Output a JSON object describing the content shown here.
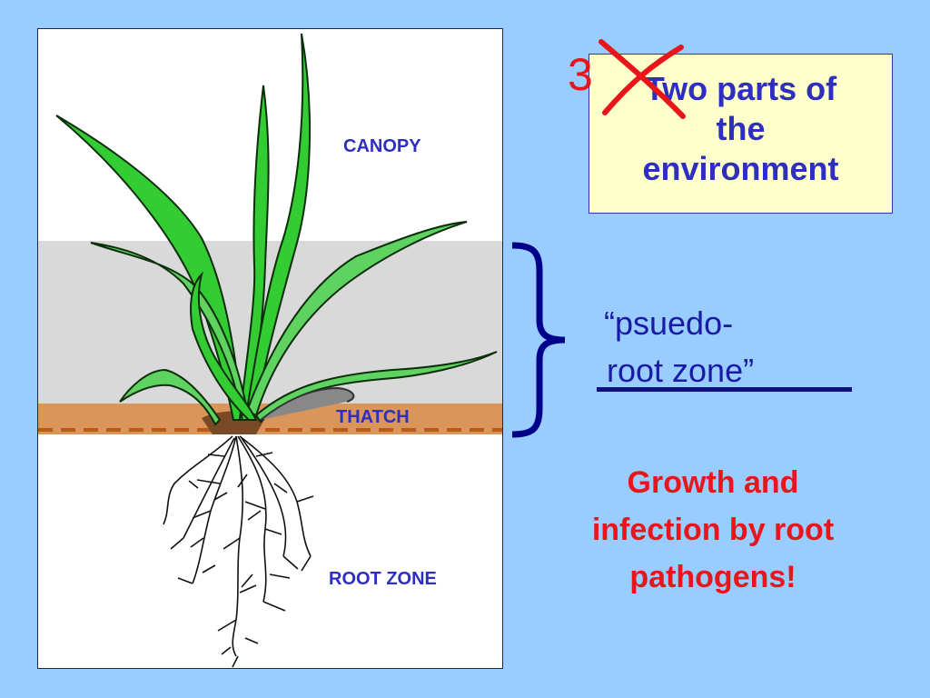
{
  "diagram": {
    "zones": {
      "canopy": "CANOPY",
      "thatch": "THATCH",
      "root_zone": "ROOT ZONE"
    },
    "colors": {
      "background": "#99ccff",
      "pseudo_band": "#d9d9d9",
      "thatch_band": "#d9955a",
      "leaf_fill": "#33cc33",
      "label_blue": "#2e2ec0",
      "alert_red": "#e8161b"
    }
  },
  "title": {
    "number": "3",
    "lines": [
      "Two parts of",
      "the",
      "environment"
    ],
    "crossed_icon": "x-mark-icon"
  },
  "callout": {
    "line1": "“psuedo-",
    "line2": "root zone”",
    "brace_icon": "right-brace-icon"
  },
  "note": {
    "lines": [
      "Growth and",
      "infection by root",
      "pathogens!"
    ]
  }
}
